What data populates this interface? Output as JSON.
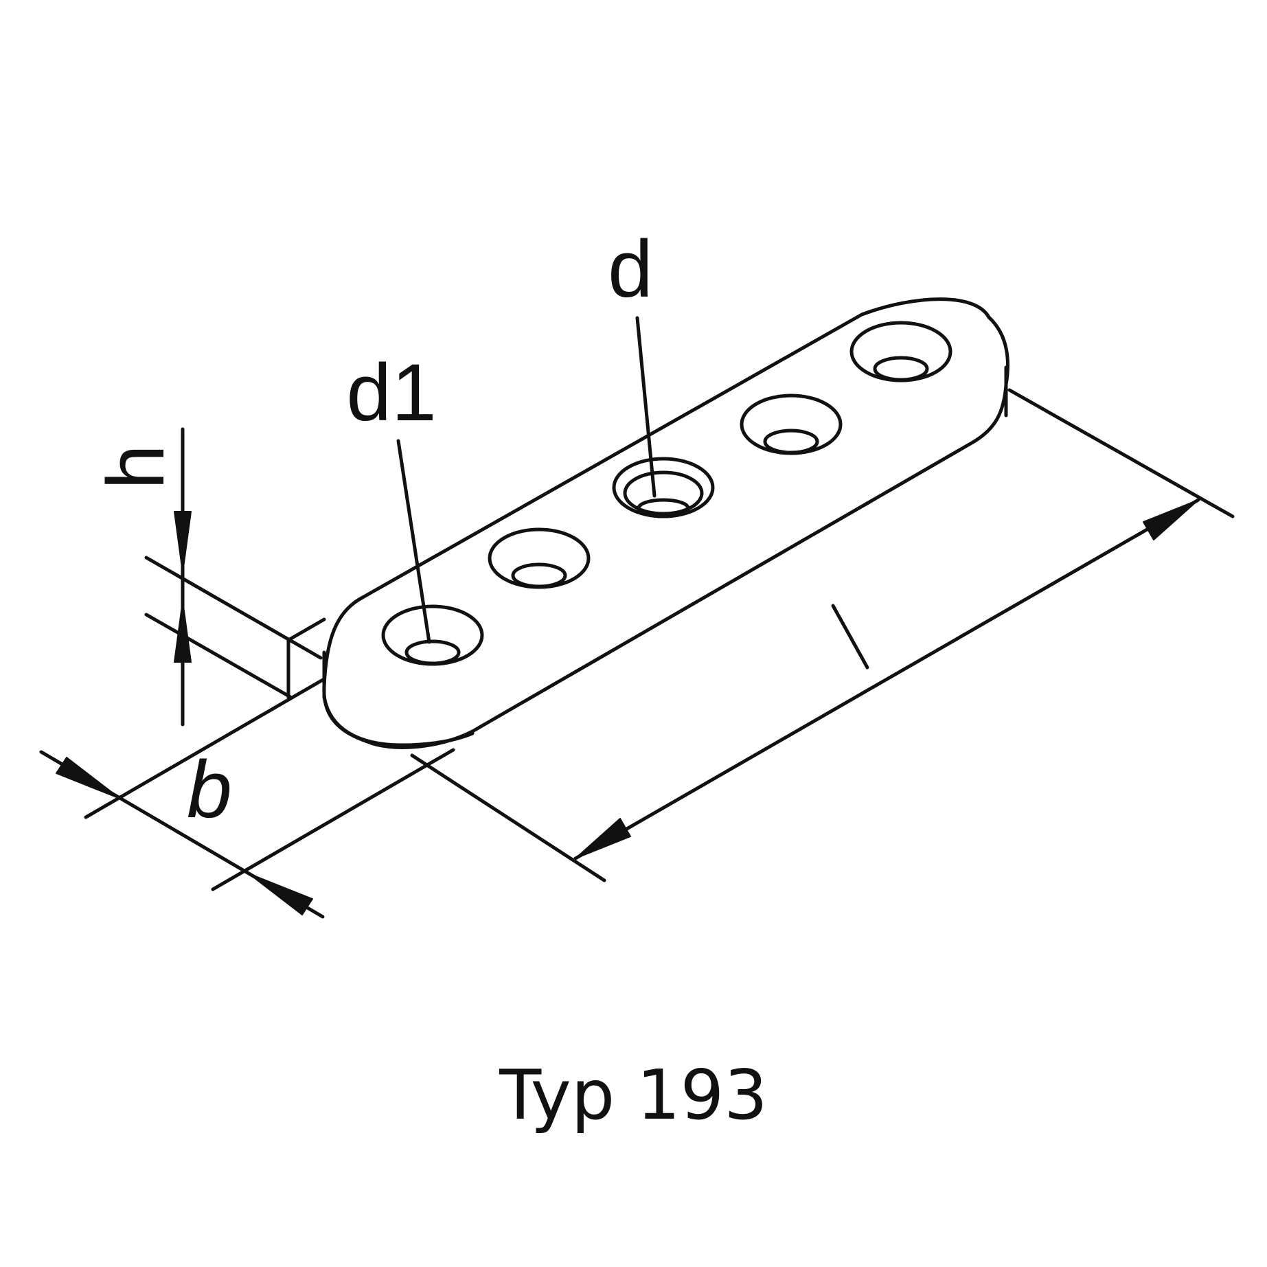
{
  "labels": {
    "h": "h",
    "b": "b",
    "d1": "d1",
    "d": "d",
    "l": "l"
  },
  "caption": "Typ 193",
  "colors": {
    "ink": "#111111",
    "background": "#ffffff"
  }
}
